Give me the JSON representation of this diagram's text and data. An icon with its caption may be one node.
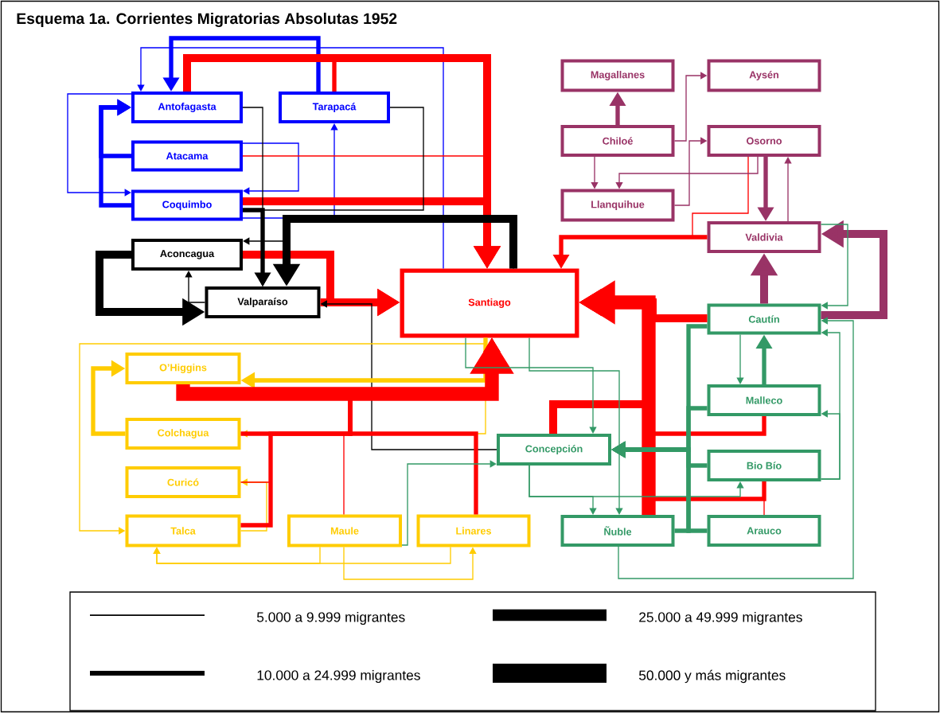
{
  "diagram": {
    "title": "Esquema 1a. Corrientes Migratorias Absolutas 1952",
    "nodes": [
      {
        "text": [
          "Antofagasta"
        ]
      },
      {
        "text": [
          "Tarapacá"
        ]
      },
      {
        "text": [
          "Magallanes"
        ]
      },
      {
        "text": [
          "Aysén"
        ]
      },
      {
        "text": [
          "Atacama"
        ]
      },
      {
        "text": [
          "Chiloé"
        ]
      },
      {
        "text": [
          "Osorno"
        ]
      },
      {
        "text": [
          "Coquimbo"
        ]
      },
      {
        "text": [
          "Llanquihue"
        ]
      },
      {
        "text": [
          "Aconcagua"
        ]
      },
      {
        "text": [
          "Valdivia"
        ]
      },
      {
        "text": [
          "Valparaíso"
        ]
      },
      {
        "text": [
          "Santiago"
        ]
      },
      {
        "text": [
          "Cautín"
        ]
      },
      {
        "text": [
          "O’Higgins"
        ]
      },
      {
        "text": [
          "Malleco"
        ]
      },
      {
        "text": [
          "Colchagua"
        ]
      },
      {
        "text": [
          "Concepción"
        ]
      },
      {
        "text": [
          "Curicó"
        ]
      },
      {
        "text": [
          "Bio Bío"
        ]
      },
      {
        "text": [
          "Talca"
        ]
      },
      {
        "text": [
          "Maule"
        ]
      },
      {
        "text": [
          "Linares"
        ]
      },
      {
        "text": [
          "Ñuble"
        ]
      },
      {
        "text": [
          "Arauco"
        ]
      }
    ],
    "edges": [
      {
        "from": 1,
        "to": 0,
        "arrow": "to",
        "style": "thick",
        "color": "#0000ff"
      },
      {
        "from": 12,
        "to": 0,
        "arrow": "to",
        "color": "#0000ff"
      },
      {
        "from": 4,
        "to": 0,
        "arrow": "to",
        "style": "thick",
        "color": "#0000ff"
      },
      {
        "from": 7,
        "to": 0,
        "arrow": "to",
        "style": "thick",
        "color": "#0000ff"
      },
      {
        "from": 0,
        "to": 7,
        "arrow": "to",
        "color": "#0000ff"
      },
      {
        "from": 4,
        "to": 7,
        "arrow": "to",
        "color": "#0000ff"
      },
      {
        "from": 7,
        "to": 1,
        "arrow": "to",
        "color": "#0000ff"
      },
      {
        "from": 0,
        "to": 12,
        "arrow": "to",
        "style": "thick"
      },
      {
        "from": 1,
        "to": 12,
        "arrow": "to",
        "style": "thick"
      },
      {
        "from": 4,
        "to": 12,
        "arrow": "to"
      },
      {
        "from": 7,
        "to": 12,
        "arrow": "to",
        "style": "thick"
      },
      {
        "from": 9,
        "to": 12,
        "arrow": "to",
        "style": "thick"
      },
      {
        "from": 11,
        "to": 12,
        "arrow": "to",
        "style": "thick"
      },
      {
        "from": 0,
        "to": 11,
        "arrow": "to",
        "color": "#000000"
      },
      {
        "from": 7,
        "to": 11,
        "arrow": "to",
        "style": "thick",
        "color": "#000000"
      },
      {
        "from": 1,
        "to": 11,
        "arrow": "to",
        "color": "#000000"
      },
      {
        "from": 12,
        "to": 11,
        "arrow": "to",
        "style": "thick",
        "color": "#000000"
      },
      {
        "from": 12,
        "to": 9,
        "arrow": "to",
        "color": "#000000"
      },
      {
        "from": 9,
        "to": 11,
        "arrow": "to",
        "style": "thick",
        "color": "#000000"
      },
      {
        "from": 11,
        "to": 9,
        "arrow": "to",
        "color": "#000000"
      },
      {
        "from": 17,
        "to": 11,
        "arrow": "to",
        "color": "#000000"
      },
      {
        "from": 12,
        "to": 14,
        "arrow": "to",
        "style": "thick",
        "color": "#ffcc00"
      },
      {
        "from": 12,
        "to": 16,
        "arrow": "to",
        "color": "#ffcc00"
      },
      {
        "from": 12,
        "to": 20,
        "arrow": "to",
        "color": "#ffcc00"
      },
      {
        "from": 16,
        "to": 14,
        "arrow": "to",
        "style": "thick",
        "color": "#ffcc00"
      },
      {
        "from": 20,
        "to": 18,
        "arrow": "to",
        "color": "#ffcc00"
      },
      {
        "from": 21,
        "to": 20,
        "arrow": "to",
        "color": "#ffcc00"
      },
      {
        "from": 22,
        "to": 20,
        "arrow": "to",
        "color": "#ffcc00"
      },
      {
        "from": 21,
        "to": 22,
        "arrow": "to",
        "color": "#ffcc00"
      },
      {
        "from": 14,
        "to": 12,
        "arrow": "to",
        "style": "thick"
      },
      {
        "from": 16,
        "to": 12,
        "arrow": "to",
        "style": "thick"
      },
      {
        "from": 18,
        "to": 12,
        "arrow": "to"
      },
      {
        "from": 20,
        "to": 12,
        "arrow": "to",
        "style": "thick"
      },
      {
        "from": 21,
        "to": 12,
        "arrow": "to"
      },
      {
        "from": 22,
        "to": 12,
        "arrow": "to",
        "style": "thick"
      },
      {
        "from": 17,
        "to": 12,
        "arrow": "to",
        "style": "thick"
      },
      {
        "from": 23,
        "to": 12,
        "arrow": "to",
        "style": "thick"
      },
      {
        "from": 13,
        "to": 12,
        "arrow": "to",
        "style": "thick"
      },
      {
        "from": 15,
        "to": 12,
        "arrow": "to",
        "style": "thick"
      },
      {
        "from": 19,
        "to": 12,
        "arrow": "to",
        "style": "thick"
      },
      {
        "from": 24,
        "to": 12,
        "arrow": "to"
      },
      {
        "from": 10,
        "to": 12,
        "arrow": "to",
        "style": "thick"
      },
      {
        "from": 6,
        "to": 12,
        "arrow": "to"
      },
      {
        "from": 5,
        "to": 2,
        "arrow": "to",
        "style": "thick",
        "color": "#993366"
      },
      {
        "from": 5,
        "to": 3,
        "arrow": "to",
        "color": "#993366"
      },
      {
        "from": 5,
        "to": 8,
        "arrow": "to",
        "color": "#993366"
      },
      {
        "from": 8,
        "to": 6,
        "arrow": "to",
        "color": "#993366"
      },
      {
        "from": 6,
        "to": 8,
        "arrow": "to",
        "color": "#993366"
      },
      {
        "from": 6,
        "to": 10,
        "arrow": "to",
        "style": "thick",
        "color": "#993366"
      },
      {
        "from": 10,
        "to": 6,
        "arrow": "to",
        "color": "#993366"
      },
      {
        "from": 13,
        "to": 10,
        "arrow": "to",
        "style": "thick",
        "color": "#993366"
      },
      {
        "from": 13,
        "to": 10,
        "arrow": "to",
        "style": "thick",
        "color": "#993366"
      },
      {
        "from": 10,
        "to": 13,
        "arrow": "to",
        "color": "#339966"
      },
      {
        "from": 23,
        "to": 13,
        "arrow": "to",
        "color": "#339966"
      },
      {
        "from": 19,
        "to": 13,
        "arrow": "to",
        "color": "#339966"
      },
      {
        "from": 19,
        "to": 15,
        "arrow": "to",
        "color": "#339966"
      },
      {
        "from": 13,
        "to": 15,
        "arrow": "to",
        "color": "#339966"
      },
      {
        "from": 15,
        "to": 13,
        "arrow": "to",
        "style": "thick",
        "color": "#339966"
      },
      {
        "from": 13,
        "to": 17,
        "arrow": "to",
        "style": "thick",
        "color": "#339966"
      },
      {
        "from": 15,
        "to": 17,
        "arrow": "to",
        "style": "thick",
        "color": "#339966"
      },
      {
        "from": 19,
        "to": 17,
        "arrow": "to",
        "style": "thick",
        "color": "#339966"
      },
      {
        "from": 24,
        "to": 17,
        "arrow": "to",
        "style": "thick",
        "color": "#339966"
      },
      {
        "from": 23,
        "to": 17,
        "arrow": "to",
        "style": "thick",
        "color": "#339966"
      },
      {
        "from": 12,
        "to": 17,
        "arrow": "to",
        "color": "#339966"
      },
      {
        "from": 12,
        "to": 23,
        "arrow": "to",
        "color": "#339966"
      },
      {
        "from": 17,
        "to": 23,
        "arrow": "to",
        "color": "#339966"
      },
      {
        "from": 17,
        "to": 19,
        "arrow": "to",
        "color": "#339966"
      },
      {
        "from": 21,
        "to": 17,
        "arrow": "to",
        "color": "#339966"
      }
    ],
    "legend": [
      {
        "text": "5.000 a 9.999 migrantes"
      },
      {
        "text": "25.000 a 49.999 migrantes"
      },
      {
        "text": "10.000 a 24.999 migrantes"
      },
      {
        "text": "50.000 y más migrantes"
      }
    ]
  }
}
